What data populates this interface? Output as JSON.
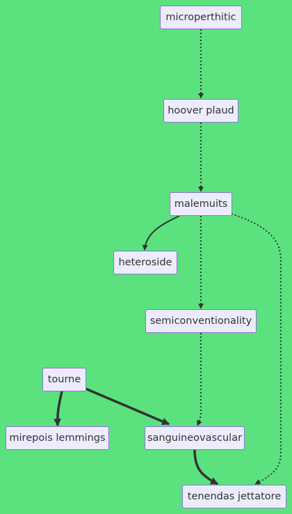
{
  "diagram": {
    "background_color": "#5be27e",
    "node_fill": "#ececfe",
    "node_border": "#9370db",
    "text_color": "#333333",
    "edge_color": "#333333",
    "nodes": {
      "microperthitic": "microperthitic",
      "hoover_plaud": "hoover plaud",
      "malemuits": "malemuits",
      "heteroside": "heteroside",
      "semiconventionality": "semiconventionality",
      "tourne": "tourne",
      "mirepois_lemmings": "mirepois lemmings",
      "sanguineovascular": "sanguineovascular",
      "tenendas_jettatore": "tenendas jettatore"
    },
    "edges": [
      {
        "from": "microperthitic",
        "to": "hoover_plaud",
        "style": "dotted"
      },
      {
        "from": "hoover_plaud",
        "to": "malemuits",
        "style": "dotted"
      },
      {
        "from": "malemuits",
        "to": "heteroside",
        "style": "solid"
      },
      {
        "from": "malemuits",
        "to": "semiconventionality",
        "style": "dotted"
      },
      {
        "from": "malemuits",
        "to": "tenendas_jettatore",
        "style": "dotted"
      },
      {
        "from": "semiconventionality",
        "to": "sanguineovascular",
        "style": "dotted"
      },
      {
        "from": "tourne",
        "to": "mirepois_lemmings",
        "style": "thick"
      },
      {
        "from": "tourne",
        "to": "sanguineovascular",
        "style": "thick"
      },
      {
        "from": "sanguineovascular",
        "to": "tenendas_jettatore",
        "style": "thick"
      }
    ]
  }
}
